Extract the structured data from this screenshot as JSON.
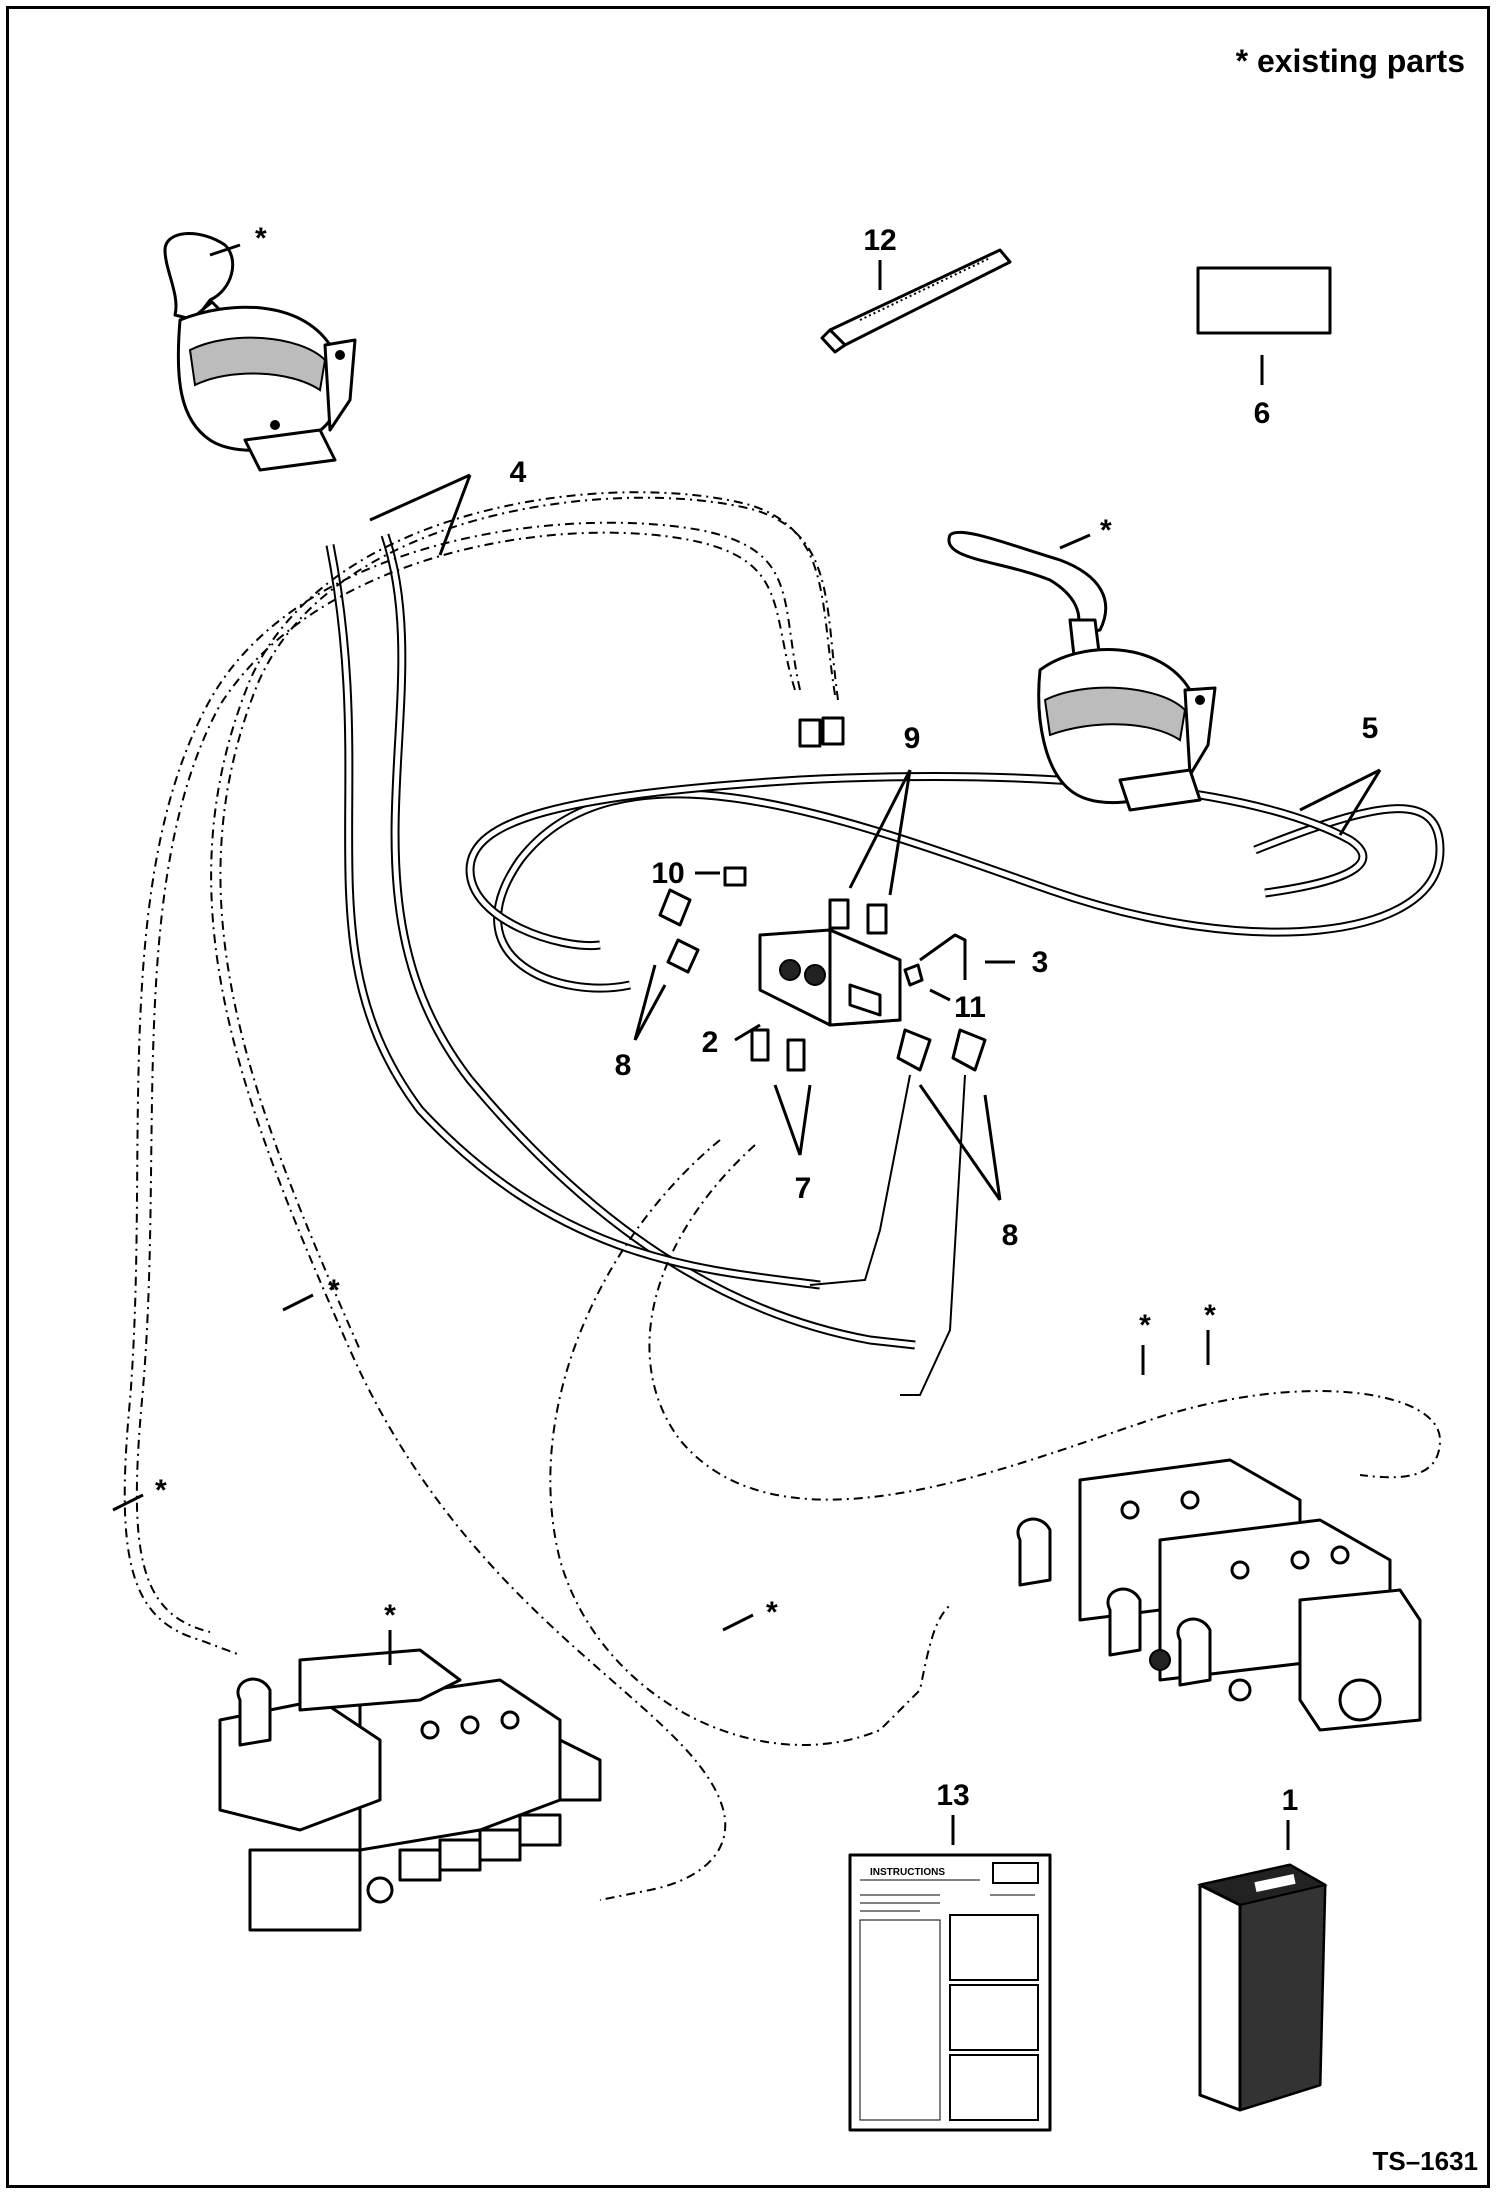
{
  "note": "* existing parts",
  "drawing_id": "TS–1631",
  "asterisk": "*",
  "callouts": {
    "c1": "1",
    "c2": "2",
    "c3": "3",
    "c4": "4",
    "c5": "5",
    "c6": "6",
    "c7": "7",
    "c8a": "8",
    "c8b": "8",
    "c9": "9",
    "c10": "10",
    "c11": "11",
    "c12": "12",
    "c13": "13"
  },
  "instructions_sheet": {
    "header": "INSTRUCTIONS"
  }
}
